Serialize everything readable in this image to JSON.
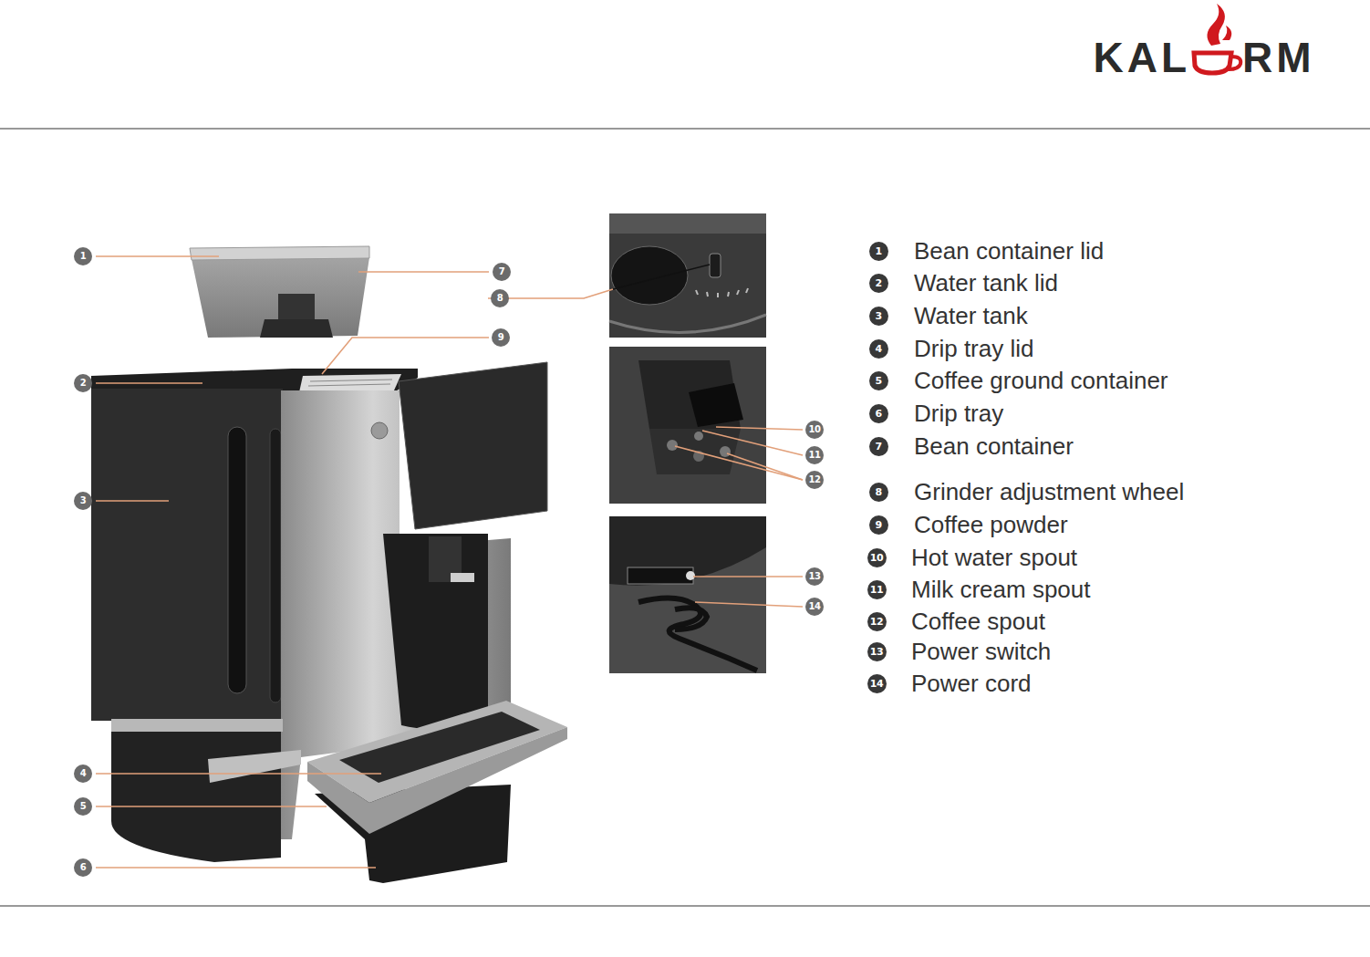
{
  "diagram": {
    "labels": [
      "KAL",
      "RM",
      "1",
      "7",
      "8",
      "9",
      "2",
      "3",
      "10",
      "11",
      "12",
      "13",
      "14",
      "4",
      "5",
      "6",
      "1",
      "Bean container lid",
      "2",
      "Water tank lid",
      "3",
      "Water tank",
      "4",
      "Drip tray lid",
      "5",
      "Coffee ground container",
      "6",
      "Drip tray",
      "7",
      "Bean container",
      "8",
      "Grinder adjustment wheel",
      "9",
      "Coffee powder",
      "10",
      "Hot water spout",
      "11",
      "Milk cream spout",
      "12",
      "Coffee spout",
      "13",
      "Power switch",
      "14",
      "Power cord"
    ]
  }
}
